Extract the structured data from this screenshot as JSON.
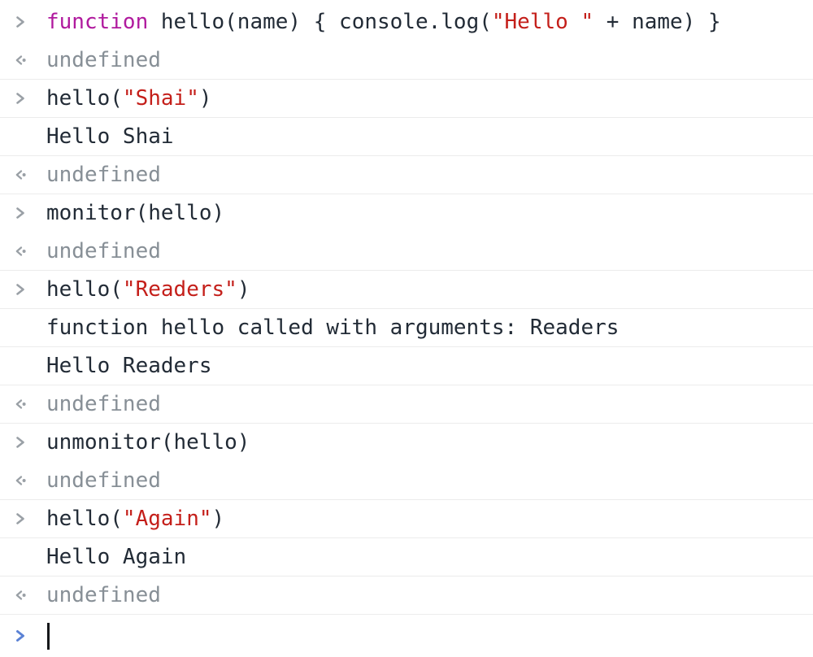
{
  "app": {
    "name": "DevTools Console"
  },
  "theme": {
    "background": "#ffffff",
    "separator_color": "#ececec",
    "code_color": "#222b36",
    "keyword_color": "#b01a9e",
    "string_color": "#c41f1a",
    "muted_color": "#878f96",
    "icon_gray_color": "#9aa0a6",
    "prompt_blue_color": "#5b82d5",
    "caret_color": "#15171a"
  },
  "console": {
    "messages": [
      {
        "type": "command",
        "icon": "chevron-right-icon",
        "border_top": false,
        "segments": [
          {
            "style": "keyword",
            "text": "function"
          },
          {
            "style": "code",
            "text": " hello(name) { console.log("
          },
          {
            "style": "string",
            "text": "\"Hello \""
          },
          {
            "style": "code",
            "text": " + name) }"
          }
        ]
      },
      {
        "type": "result",
        "icon": "return-value-arrow-icon",
        "border_top": false,
        "segments": [
          {
            "style": "muted",
            "text": "undefined"
          }
        ]
      },
      {
        "type": "command",
        "icon": "chevron-right-icon",
        "border_top": true,
        "segments": [
          {
            "style": "code",
            "text": "hello("
          },
          {
            "style": "string",
            "text": "\"Shai\""
          },
          {
            "style": "code",
            "text": ")"
          }
        ]
      },
      {
        "type": "log",
        "icon": null,
        "border_top": true,
        "segments": [
          {
            "style": "code",
            "text": "Hello Shai"
          }
        ]
      },
      {
        "type": "result",
        "icon": "return-value-arrow-icon",
        "border_top": true,
        "segments": [
          {
            "style": "muted",
            "text": "undefined"
          }
        ]
      },
      {
        "type": "command",
        "icon": "chevron-right-icon",
        "border_top": true,
        "segments": [
          {
            "style": "code",
            "text": "monitor(hello)"
          }
        ]
      },
      {
        "type": "result",
        "icon": "return-value-arrow-icon",
        "border_top": false,
        "segments": [
          {
            "style": "muted",
            "text": "undefined"
          }
        ]
      },
      {
        "type": "command",
        "icon": "chevron-right-icon",
        "border_top": true,
        "segments": [
          {
            "style": "code",
            "text": "hello("
          },
          {
            "style": "string",
            "text": "\"Readers\""
          },
          {
            "style": "code",
            "text": ")"
          }
        ]
      },
      {
        "type": "log",
        "icon": null,
        "border_top": true,
        "segments": [
          {
            "style": "code",
            "text": "function hello called with arguments: Readers"
          }
        ]
      },
      {
        "type": "log",
        "icon": null,
        "border_top": true,
        "segments": [
          {
            "style": "code",
            "text": "Hello Readers"
          }
        ]
      },
      {
        "type": "result",
        "icon": "return-value-arrow-icon",
        "border_top": true,
        "segments": [
          {
            "style": "muted",
            "text": "undefined"
          }
        ]
      },
      {
        "type": "command",
        "icon": "chevron-right-icon",
        "border_top": true,
        "segments": [
          {
            "style": "code",
            "text": "unmonitor(hello)"
          }
        ]
      },
      {
        "type": "result",
        "icon": "return-value-arrow-icon",
        "border_top": false,
        "segments": [
          {
            "style": "muted",
            "text": "undefined"
          }
        ]
      },
      {
        "type": "command",
        "icon": "chevron-right-icon",
        "border_top": true,
        "segments": [
          {
            "style": "code",
            "text": "hello("
          },
          {
            "style": "string",
            "text": "\"Again\""
          },
          {
            "style": "code",
            "text": ")"
          }
        ]
      },
      {
        "type": "log",
        "icon": null,
        "border_top": true,
        "segments": [
          {
            "style": "code",
            "text": "Hello Again"
          }
        ]
      },
      {
        "type": "result",
        "icon": "return-value-arrow-icon",
        "border_top": true,
        "segments": [
          {
            "style": "muted",
            "text": "undefined"
          }
        ]
      },
      {
        "type": "prompt",
        "icon": "prompt-chevron-icon",
        "border_top": true,
        "segments": [],
        "input_value": "",
        "caret_visible": true
      }
    ]
  }
}
